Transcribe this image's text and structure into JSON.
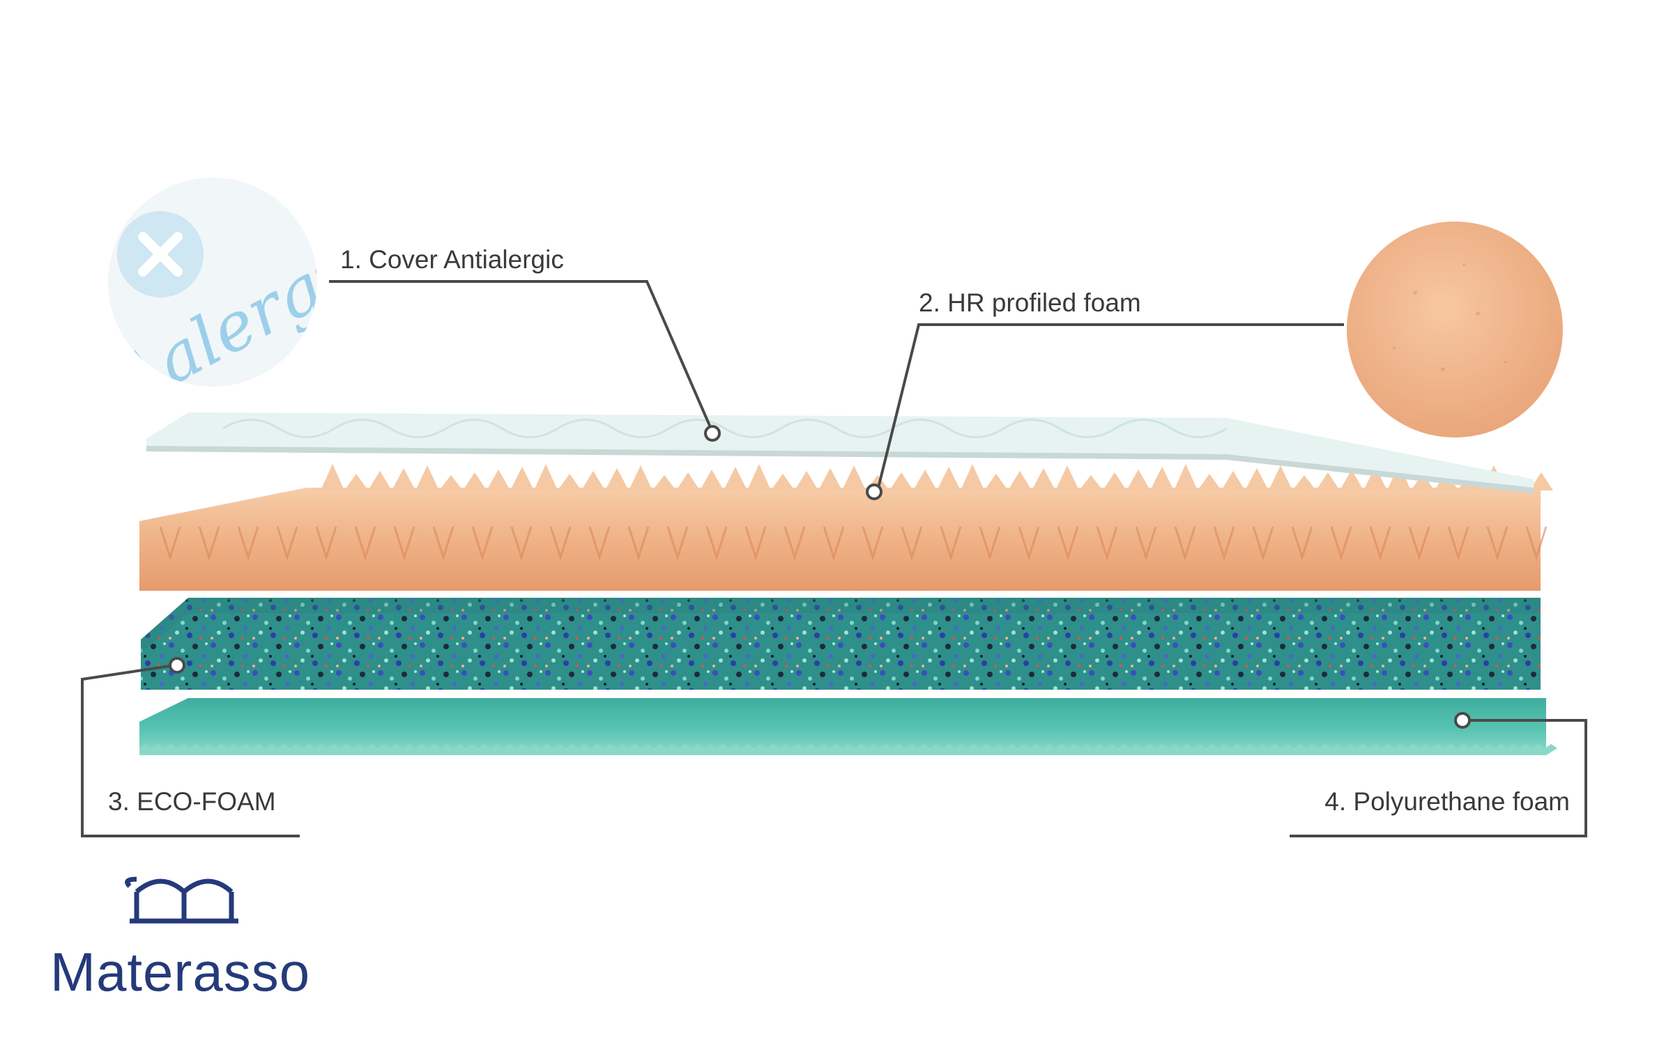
{
  "layers": [
    {
      "id": "cover",
      "label": "1. Cover Antialergic",
      "color": "#e6f3f1"
    },
    {
      "id": "hr",
      "label": "2. HR profiled foam",
      "color": "#f0b68c"
    },
    {
      "id": "eco",
      "label": "3. ECO-FOAM",
      "color": "#2f8f8a"
    },
    {
      "id": "pu",
      "label": "4. Polyurethane foam",
      "color": "#52bfae"
    }
  ],
  "swatches": {
    "cover_text": "Aalergic",
    "hr_color": "#efb084"
  },
  "brand": {
    "name": "Materasso",
    "color": "#243a7a"
  },
  "colors": {
    "leader_line": "#4a4a4a",
    "text": "#3a3a3a"
  }
}
